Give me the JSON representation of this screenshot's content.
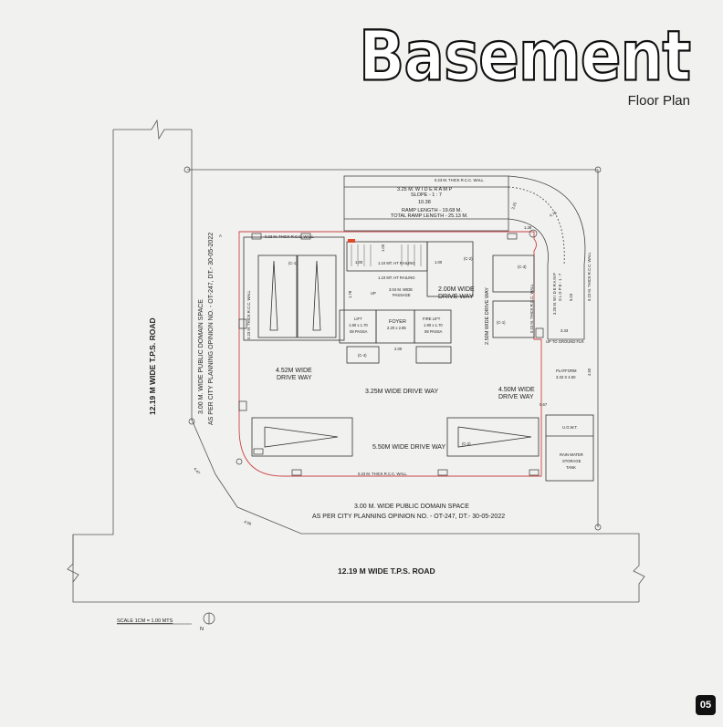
{
  "header": {
    "title": "Basement",
    "subtitle": "Floor Plan"
  },
  "page_number": "05",
  "roads": {
    "left": "12.19 M  WIDE  T.P.S.  ROAD",
    "bottom": "12.19 M  WIDE  T.P.S.  ROAD"
  },
  "public_space": {
    "left_line1": "3.00 M.  WIDE  PUBLIC DOMAIN SPACE",
    "left_line2": "AS PER CITY PLANNING OPINION NO. - OT-247, DT.- 30-05-2022",
    "bottom_line1": "3.00 M.  WIDE  PUBLIC DOMAIN SPACE",
    "bottom_line2": "AS PER CITY PLANNING OPINION NO. - OT-247, DT.- 30-05-2022"
  },
  "ramp": {
    "wall": "0.23 M. THICK R.C.C. WALL",
    "width": "3.25 M.   W I D E   R A M P",
    "slope": "SLOPE - 1 : 7",
    "dim": "10.38",
    "length": "RAMP LENGTH - 19.68 M.",
    "total": "TOTAL RAMP LENGTH - 25.13 M.",
    "side_width": "3.25 M.  W I D E  R A M P",
    "side_slope": "S L O P E - 1 : 7",
    "side_dim": "5.03",
    "dim_138": "1.38",
    "dim_325": "3.25",
    "dim_475": "4.75"
  },
  "walls": {
    "top": "0.23 M. THICK R.C.C. WALL",
    "left": "0.23 M. THICK R.C.C. WALL",
    "bottom": "0.23 M. THICK R.C.C. WALL",
    "right": "0.23 M. THICK R.C.C. WALL",
    "inner": "0.23 M. THICK R.C.C. WALL"
  },
  "rooms": {
    "c1_left": "(C-1)",
    "c2_top": "(C-2)",
    "c3": "(C-3)",
    "c1_right": "(C-1)",
    "c4": "(C-4)",
    "c2_bottom": "(C-2)",
    "passage": "3.04 M. WIDE\nPASSAGE",
    "passage_l1": "3.04 M. WIDE",
    "passage_l2": "PASSAGE",
    "lift_l1": "LIFT",
    "lift_l2": "1.80 x 1.70",
    "lift_l3": "08 PASSA",
    "foyer_l1": "FOYER",
    "foyer_l2": "2.20 x 2.85",
    "fire_l1": "FIRE LIFT",
    "fire_l2": "1.90 x 1.70",
    "fire_l3": "08 PASSA",
    "platform_l1": "PLATFORM",
    "platform_l2": "3.33 X 4.50",
    "ugwt": "U.G.W.T.",
    "rain_l1": "RAIN WATER",
    "rain_l2": "STORAGE",
    "rain_l3": "TANK",
    "up_ground": "UP TO GROUND FLR.",
    "up": "UP",
    "railing1": "1.10 MT. HT RAILING",
    "railing2": "1.10 MT. HT RAILING"
  },
  "drive_ways": {
    "dw452_l1": "4.52M WIDE",
    "dw452_l2": "DRIVE WAY",
    "dw325": "3.25M WIDE DRIVE WAY",
    "dw450_l1": "4.50M WIDE",
    "dw450_l2": "DRIVE WAY",
    "dw550": "5.50M WIDE DRIVE WAY",
    "dw200_l1": "2.00M WIDE",
    "dw200_l2": "DRIVE WAY",
    "dw250": "2.50M WIDE DRIVE WAY"
  },
  "dims": {
    "d100a": "1.00",
    "d100b": "1.00",
    "d100c": "1.00",
    "d178": "1.78",
    "d200": "2.00",
    "d133": "3.33",
    "d450": "4.50",
    "d067": "0.67",
    "d456": "4.56",
    "d447": "4.47"
  },
  "scale": "SCALE 1CM = 1.00 MTS",
  "north": "N",
  "misc": {
    "a_mark": "A"
  }
}
